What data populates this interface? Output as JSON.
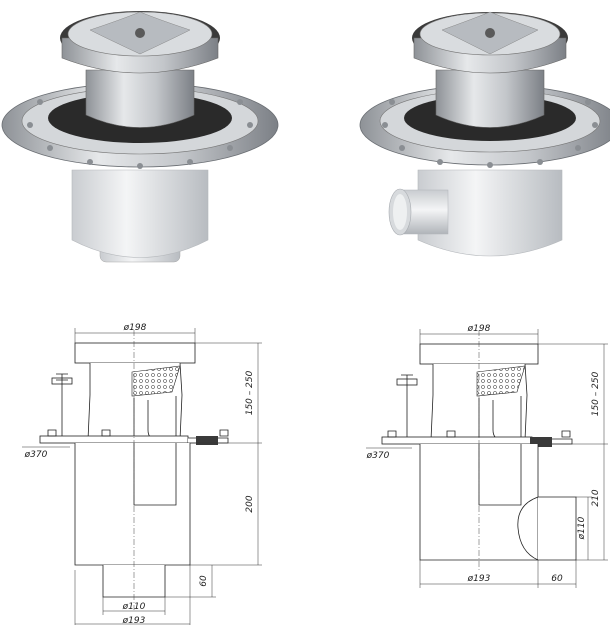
{
  "products": [
    {
      "name": "drain-vertical",
      "dims": {
        "top_diameter": "ø198",
        "flange_diameter": "ø370",
        "upper_height": "150 – 250",
        "body_height": "200",
        "outlet_height": "60",
        "outlet_diameter": "ø110",
        "body_diameter": "ø193"
      }
    },
    {
      "name": "drain-side-outlet",
      "dims": {
        "top_diameter": "ø198",
        "flange_diameter": "ø370",
        "upper_height": "150 – 250",
        "side_height": "210",
        "outlet_diameter": "ø110",
        "body_diameter": "ø193",
        "outlet_length": "60"
      }
    }
  ],
  "colors": {
    "steel": "#c9ccd0",
    "gasket": "#2a2a2a",
    "pipe": "#e8eaec"
  }
}
